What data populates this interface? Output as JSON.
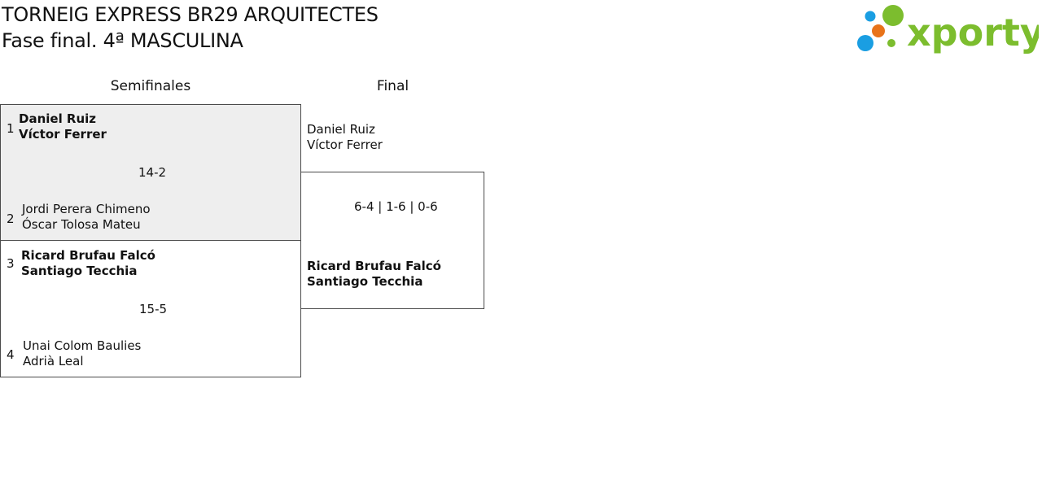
{
  "header": {
    "title": "TORNEIG EXPRESS BR29 ARQUITECTES",
    "subtitle": "Fase final. 4ª MASCULINA"
  },
  "logo": {
    "text": "xporty",
    "colors": {
      "green": "#7cbd2e",
      "blue": "#1a9ee2",
      "orange": "#e8731a"
    }
  },
  "rounds": {
    "semifinals_label": "Semifinales",
    "final_label": "Final"
  },
  "semifinals": [
    {
      "top": {
        "seed": "1",
        "player1": "Daniel Ruiz",
        "player2": "Víctor Ferrer",
        "winner": true
      },
      "score": "14-2",
      "bottom": {
        "seed": "2",
        "player1": "Jordi Perera Chimeno",
        "player2": "Óscar Tolosa Mateu",
        "winner": false
      }
    },
    {
      "top": {
        "seed": "3",
        "player1": "Ricard Brufau Falcó",
        "player2": "Santiago Tecchia",
        "winner": true
      },
      "score": "15-5",
      "bottom": {
        "seed": "4",
        "player1": "Unai Colom Baulies",
        "player2": "Adrià Leal",
        "winner": false
      }
    }
  ],
  "final": {
    "top": {
      "player1": "Daniel Ruiz",
      "player2": "Víctor Ferrer",
      "winner": false
    },
    "score": "6-4 | 1-6 | 0-6",
    "bottom": {
      "player1": "Ricard Brufau Falcó",
      "player2": "Santiago Tecchia",
      "winner": true
    }
  },
  "colors": {
    "highlight_bg": "#eeeeee",
    "border": "#4a4a4a",
    "text": "#111111"
  }
}
